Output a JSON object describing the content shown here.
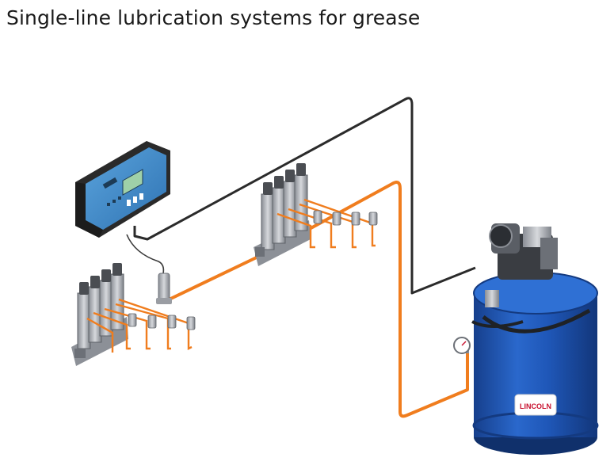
{
  "title": "Single-line lubrication systems for grease",
  "brand_label": "LINCOLN",
  "colors": {
    "grease_line": "#f07d1e",
    "electric_cable": "#2b2b2b",
    "reservoir_blue": "#1f57b8",
    "controller_blue": "#3c88c6",
    "metal": "#b9bcc2"
  },
  "components": [
    "control-unit",
    "pressure-switch",
    "metering-valve-group-left",
    "metering-valve-group-right",
    "pump-reservoir",
    "pressure-gauge"
  ]
}
